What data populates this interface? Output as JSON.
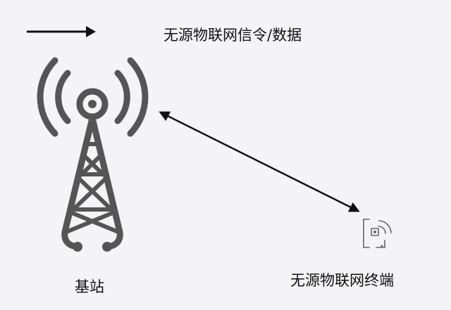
{
  "legend": {
    "label": "无源物联网信令/数据",
    "icon": "arrow-right-icon"
  },
  "nodes": {
    "base_station": {
      "label": "基站",
      "icon": "cell-tower-icon"
    },
    "terminal": {
      "label": "无源物联网终端",
      "icon": "rfid-tag-icon"
    }
  },
  "link": {
    "icon": "double-headed-arrow-icon"
  },
  "colors": {
    "background": "#f4f4f6",
    "tower": "#555555",
    "terminal": "#666666",
    "arrow": "#111111",
    "text": "#111111"
  }
}
